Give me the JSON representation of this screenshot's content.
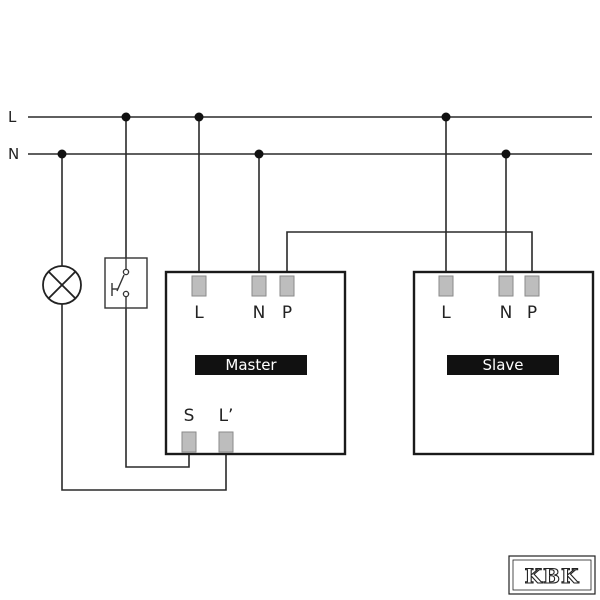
{
  "buses": {
    "live_label": "L",
    "neutral_label": "N"
  },
  "master": {
    "title": "Master",
    "terminal_l": "L",
    "terminal_n": "N",
    "terminal_p": "P",
    "terminal_s": "S",
    "terminal_l_out": "L’"
  },
  "slave": {
    "title": "Slave",
    "terminal_l": "L",
    "terminal_n": "N",
    "terminal_p": "P"
  },
  "logo": {
    "text": "KBK"
  },
  "icons": {
    "lamp": "lamp-symbol-icon",
    "switch": "pushbutton-switch-icon"
  }
}
